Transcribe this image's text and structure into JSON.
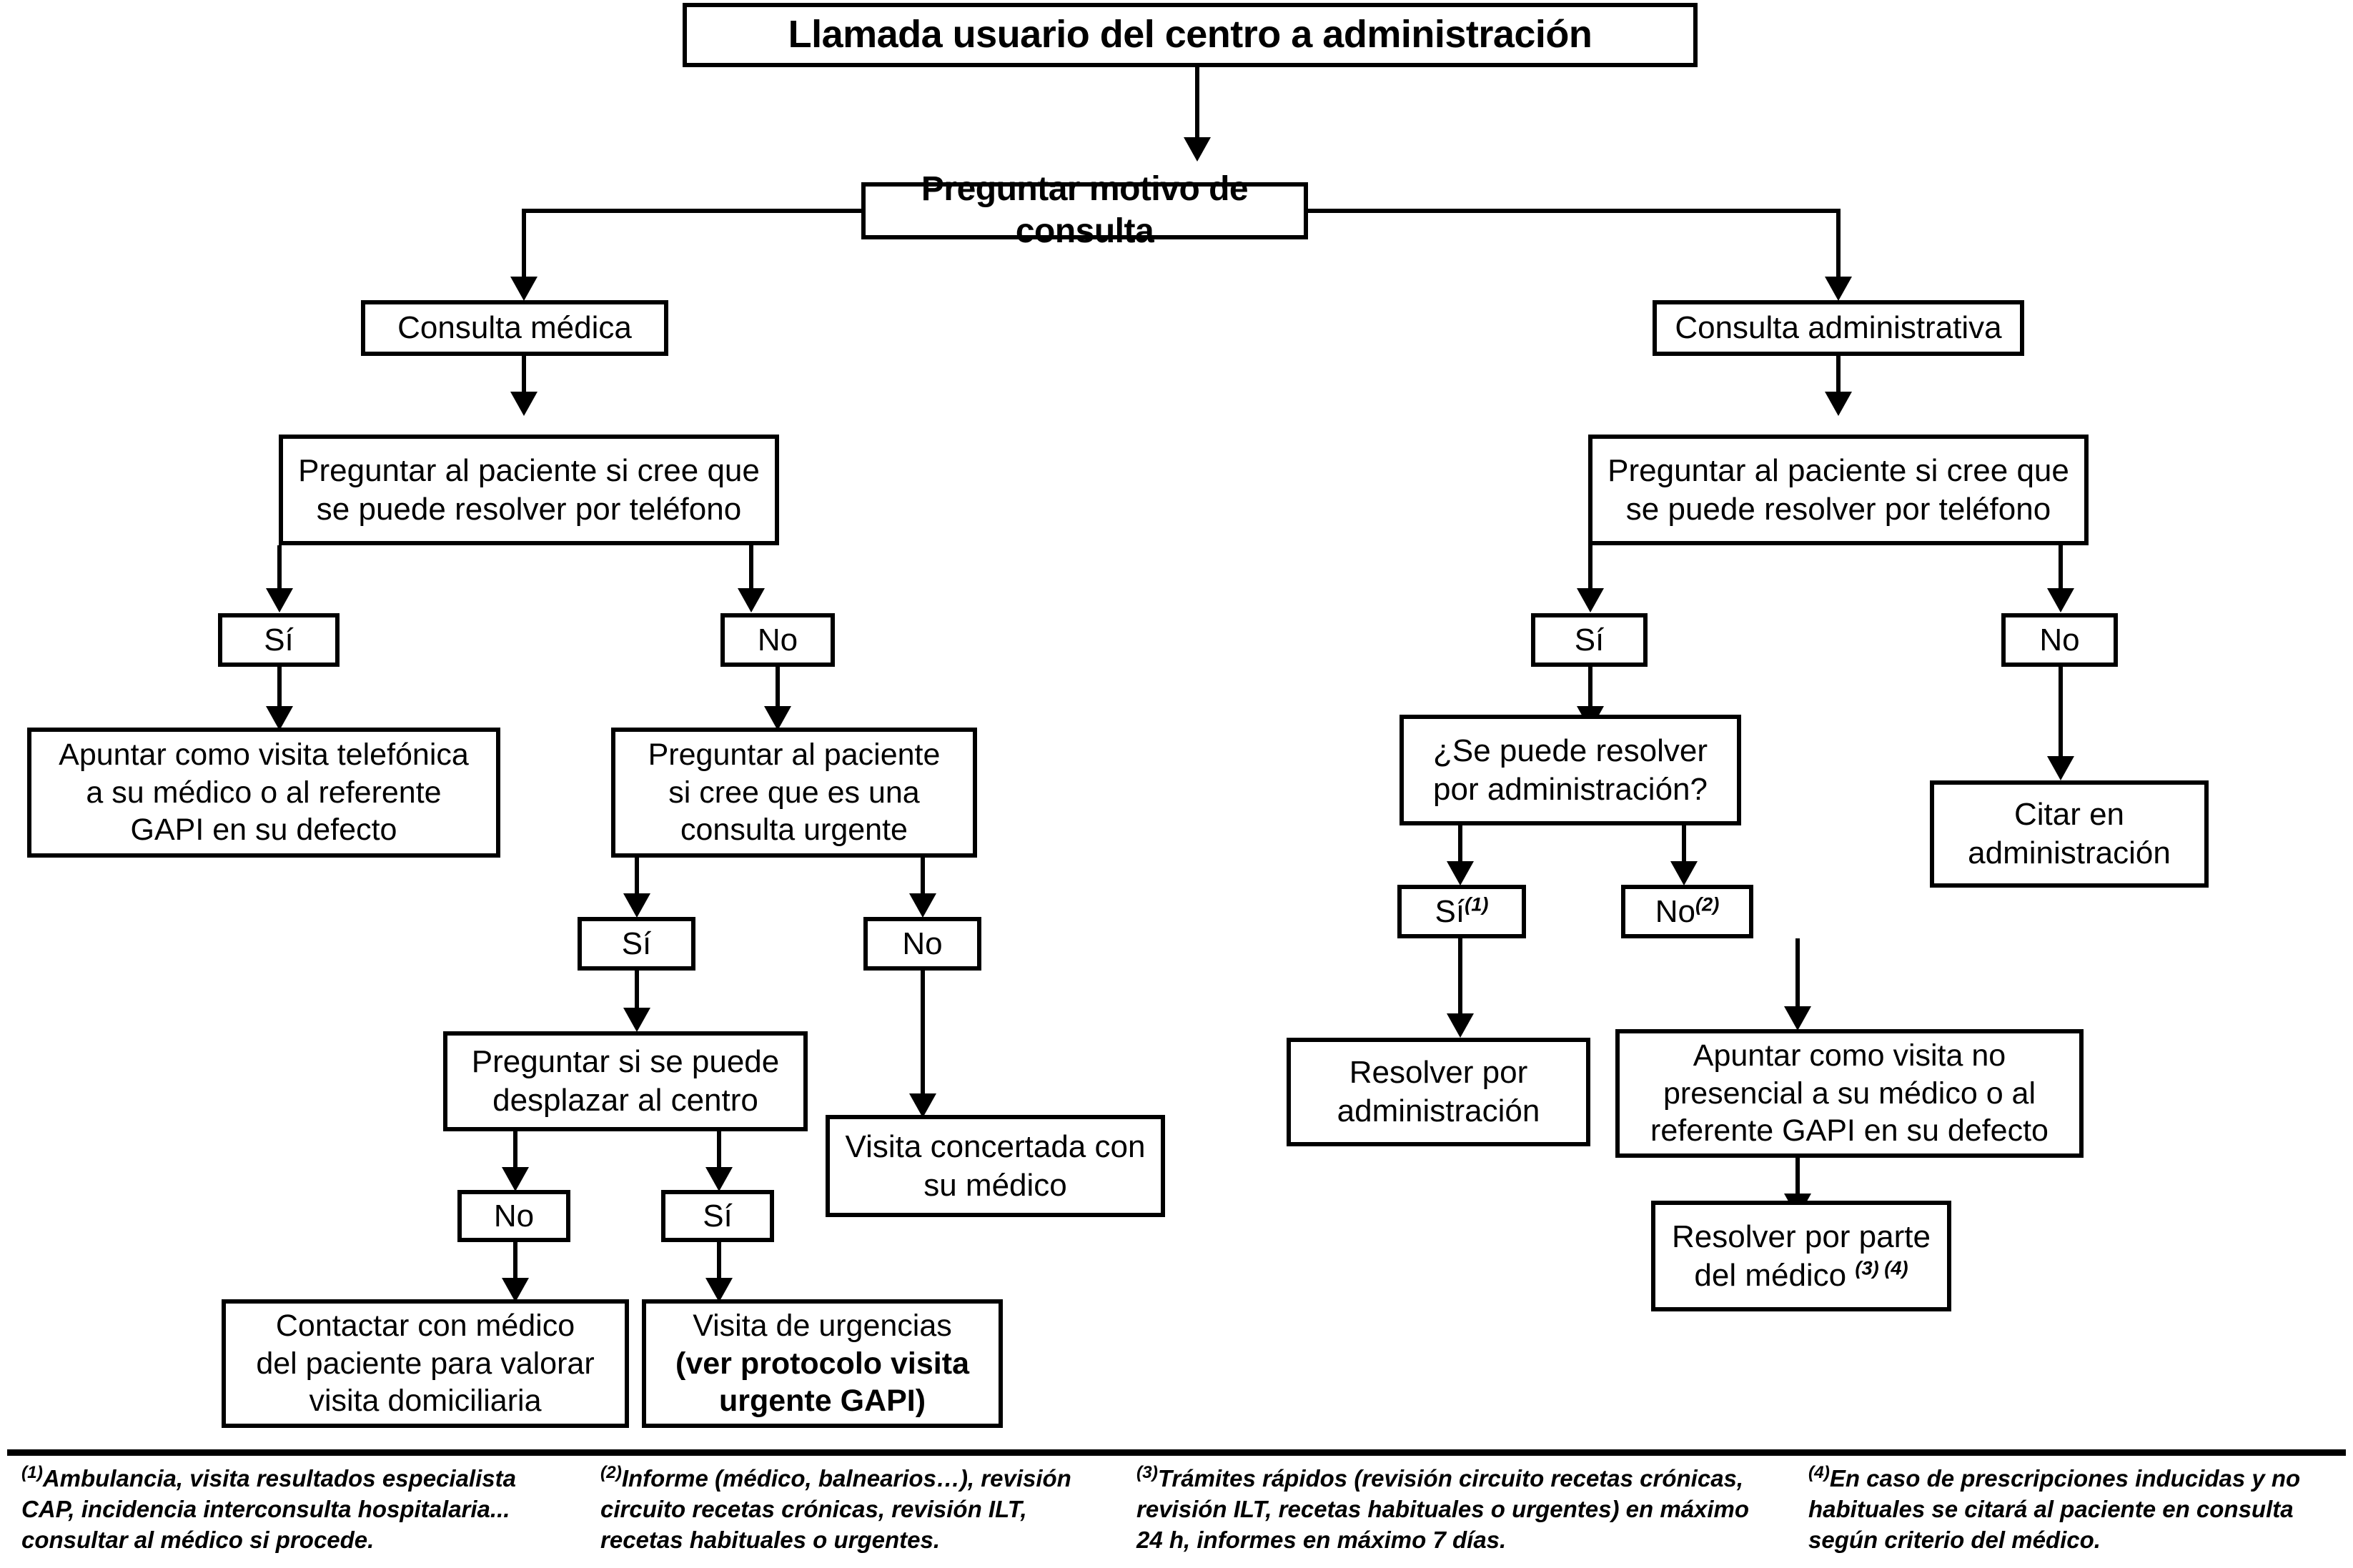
{
  "diagram": {
    "title": "Llamada usuario del centro a administración",
    "nodes": {
      "start": "Llamada usuario del centro a administración",
      "ask_reason": "Preguntar motivo de consulta",
      "medical_consult": "Consulta  médica",
      "admin_consult": "Consulta administrativa",
      "ask_phone_left_l1": "Preguntar al paciente si cree que",
      "ask_phone_left_l2": "se puede resolver por teléfono",
      "ask_phone_right_l1": "Preguntar al paciente si cree que",
      "ask_phone_right_l2": "se puede resolver por teléfono",
      "yes_left": "Sí",
      "no_left": "No",
      "yes_right": "Sí",
      "no_right": "No",
      "phone_visit_l1": "Apuntar como visita telefónica",
      "phone_visit_l2": "a su médico o al referente",
      "phone_visit_l3": "GAPI en su defecto",
      "ask_urgent_l1": "Preguntar al paciente",
      "ask_urgent_l2": "si cree que es una",
      "ask_urgent_l3": "consulta urgente",
      "yes_urgent": "Sí",
      "no_urgent": "No",
      "ask_travel_l1": "Preguntar si se puede",
      "ask_travel_l2": "desplazar al centro",
      "scheduled_visit_l1": "Visita concertada con",
      "scheduled_visit_l2": "su médico",
      "no_travel": "No",
      "yes_travel": "Sí",
      "contact_doctor_l1": "Contactar con médico",
      "contact_doctor_l2": "del paciente para valorar",
      "contact_doctor_l3": "visita domiciliaria",
      "urgent_visit_l1": "Visita de urgencias",
      "urgent_visit_l2": "(ver protocolo visita",
      "urgent_visit_l3": "urgente GAPI)",
      "can_admin_resolve_l1": "¿Se puede resolver",
      "can_admin_resolve_l2": "por  administración?",
      "cite_admin_l1": "Citar en",
      "cite_admin_l2": "administración",
      "yes_admin": "Sí",
      "yes_admin_ref": "(1)",
      "no_admin": "No",
      "no_admin_ref": "(2)",
      "resolve_admin_l1": "Resolver por",
      "resolve_admin_l2": "administración",
      "nonpresential_l1": "Apuntar como visita no",
      "nonpresential_l2": "presencial a su médico o al",
      "nonpresential_l3": "referente GAPI en su defecto",
      "resolve_doctor_l1": "Resolver por parte",
      "resolve_doctor_l2": "del médico ",
      "resolve_doctor_ref": "(3) (4)"
    }
  },
  "footnotes": [
    {
      "mark": "(1)",
      "text": "Ambulancia, visita resultados especialista CAP, incidencia interconsulta hospitalaria... consultar al médico si procede."
    },
    {
      "mark": "(2)",
      "text": "Informe (médico, balnearios…), revisión circuito recetas crónicas, revisión ILT, recetas habituales o urgentes."
    },
    {
      "mark": "(3)",
      "text": "Trámites rápidos (revisión circuito recetas crónicas, revisión ILT, recetas habituales o urgentes) en máximo 24 h, informes en máximo 7 días."
    },
    {
      "mark": "(4)",
      "text": "En caso de prescripciones inducidas y no habituales se citará al paciente en consulta según criterio del médico."
    }
  ],
  "colors": {
    "stroke": "#000000",
    "fill": "#ffffff",
    "text": "#000000"
  }
}
